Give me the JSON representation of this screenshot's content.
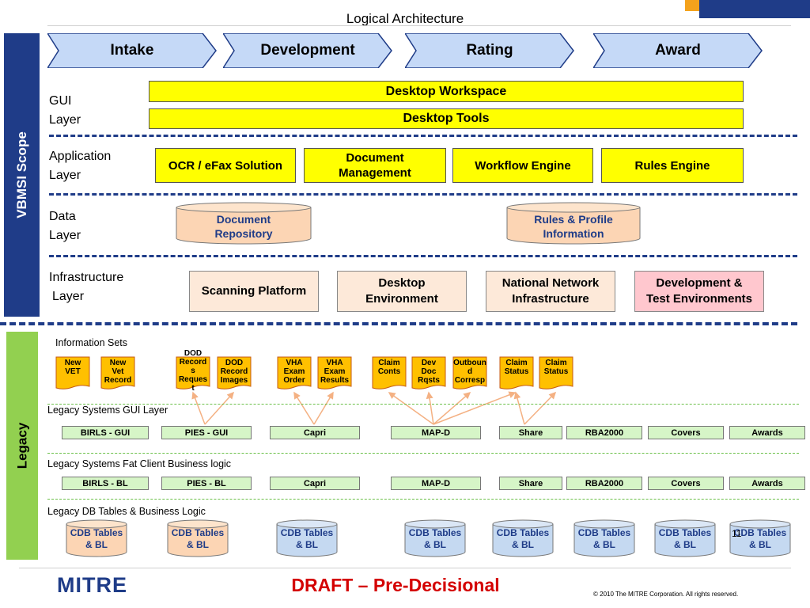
{
  "title": "Logical Architecture",
  "vbmsi_scope": "VBMSI Scope",
  "legacy_label": "Legacy",
  "phases": [
    "Intake",
    "Development",
    "Rating",
    "Award"
  ],
  "gui_layer": {
    "label_line1": "GUI",
    "label_line2": "Layer",
    "bars": [
      "Desktop Workspace",
      "Desktop Tools"
    ]
  },
  "application_layer": {
    "label_line1": "Application",
    "label_line2": "Layer",
    "boxes": [
      {
        "line1": "OCR / eFax Solution",
        "line2": ""
      },
      {
        "line1": "Document",
        "line2": "Management"
      },
      {
        "line1": "Workflow Engine",
        "line2": ""
      },
      {
        "line1": "Rules Engine",
        "line2": ""
      }
    ]
  },
  "data_layer": {
    "label_line1": "Data",
    "label_line2": "Layer",
    "stores": [
      {
        "line1": "Document",
        "line2": "Repository"
      },
      {
        "line1": "Rules & Profile",
        "line2": "Information"
      }
    ]
  },
  "infrastructure_layer": {
    "label_line1": "Infrastructure",
    "label_line2": "Layer",
    "boxes": [
      {
        "line1": "Scanning Platform",
        "line2": ""
      },
      {
        "line1": "Desktop",
        "line2": "Environment"
      },
      {
        "line1": "National Network",
        "line2": "Infrastructure"
      },
      {
        "line1": "Development &",
        "line2": "Test Environments"
      }
    ]
  },
  "legacy": {
    "information_sets_label": "Information Sets",
    "documents": [
      {
        "lines": [
          "New",
          "VET"
        ]
      },
      {
        "lines": [
          "New",
          "Vet",
          "Record"
        ]
      },
      {
        "lines": [
          "DOD",
          "Record",
          "s",
          "Reques",
          "t"
        ]
      },
      {
        "lines": [
          "DOD",
          "Record",
          "Images"
        ]
      },
      {
        "lines": [
          "VHA",
          "Exam",
          "Order"
        ]
      },
      {
        "lines": [
          "VHA",
          "Exam",
          "Results"
        ]
      },
      {
        "lines": [
          "Claim",
          "Conts"
        ]
      },
      {
        "lines": [
          "Dev",
          "Doc",
          "Rqsts"
        ]
      },
      {
        "lines": [
          "Outboun",
          "d",
          "Corresp"
        ]
      },
      {
        "lines": [
          "Claim",
          "Status"
        ]
      },
      {
        "lines": [
          "Claim",
          "Status"
        ]
      }
    ],
    "gui_layer_label": "Legacy Systems GUI Layer",
    "gui_systems": [
      "BIRLS - GUI",
      "PIES - GUI",
      "Capri",
      "MAP-D",
      "Share",
      "RBA2000",
      "Covers",
      "Awards"
    ],
    "fat_client_label": "Legacy Systems Fat Client Business logic",
    "bl_systems": [
      "BIRLS - BL",
      "PIES - BL",
      "Capri",
      "MAP-D",
      "Share",
      "RBA2000",
      "Covers",
      "Awards"
    ],
    "db_label": "Legacy DB Tables & Business Logic",
    "db_tables": [
      {
        "line1": "CDB Tables",
        "line2": "& BL"
      },
      {
        "line1": "CDB Tables",
        "line2": "& BL"
      },
      {
        "line1": "CDB Tables",
        "line2": "& BL"
      },
      {
        "line1": "CDB Tables",
        "line2": "& BL"
      },
      {
        "line1": "CDB Tables",
        "line2": "& BL"
      },
      {
        "line1": "CDB Tables",
        "line2": "& BL"
      },
      {
        "line1": "CDB Tables",
        "line2": "& BL"
      },
      {
        "line1": "CDB Tables",
        "line2": "& BL"
      }
    ],
    "page_number": "11"
  },
  "footer": {
    "logo": "MITRE",
    "draft": "DRAFT – Pre-Decisional",
    "copyright": "© 2010 The MITRE Corporation. All rights reserved."
  },
  "colors": {
    "navy": "#1f3c88",
    "phase_fill": "#c5d9f7",
    "gui_yellow": "#ffff00",
    "data_store": "#fcd5b4",
    "infra_fill": "#fde9d9",
    "infra_pink": "#ffc7ce",
    "legacy_green": "#92d050",
    "doc_orange": "#ffc000",
    "system_green": "#d6f5c7",
    "cdb_fill": "#fcd5b4",
    "cdb_blue": "#c5d9f1",
    "draft_red": "#d40000"
  }
}
